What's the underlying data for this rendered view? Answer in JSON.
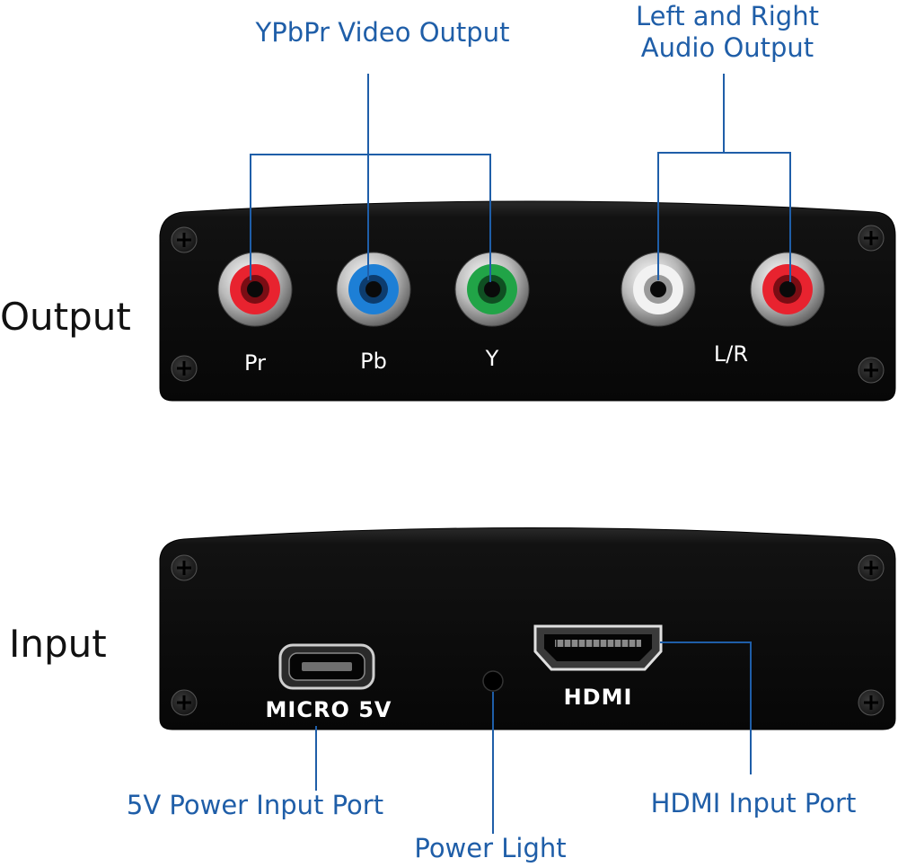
{
  "sections": {
    "output": {
      "label": "Output"
    },
    "input": {
      "label": "Input"
    }
  },
  "output_ports": {
    "pr": "Pr",
    "pb": "Pb",
    "y": "Y",
    "lr": "L/R"
  },
  "input_ports": {
    "micro": "MICRO 5V",
    "hdmi": "HDMI"
  },
  "callouts": {
    "video_output": "YPbPr Video Output",
    "audio_output_line1": "Left and Right",
    "audio_output_line2": "Audio Output",
    "power_input": "5V Power Input Port",
    "power_light": "Power Light",
    "hdmi_input": "HDMI Input Port"
  },
  "colors": {
    "callout_text": "#1f5ea8",
    "panel": "#0e0e0e",
    "jack_red": "#e8232f",
    "jack_blue": "#1d7fd6",
    "jack_green": "#21a447",
    "jack_white": "#f2f2f2"
  }
}
